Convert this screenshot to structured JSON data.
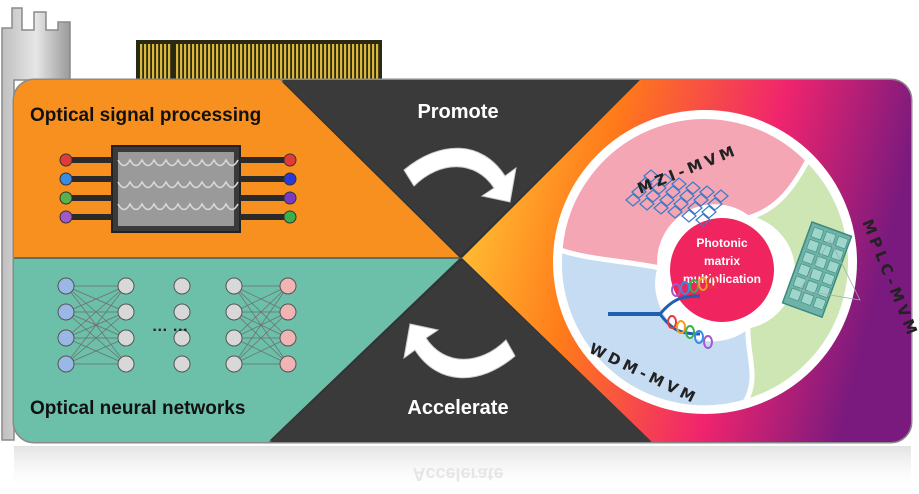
{
  "panels": {
    "signal_processing": {
      "title": "Optical signal processing",
      "color": "#f7901e"
    },
    "neural_networks": {
      "title": "Optical neural networks",
      "color": "#6cbfa8"
    }
  },
  "arrows": {
    "promote": "Promote",
    "accelerate": "Accelerate"
  },
  "circle": {
    "center_lines": [
      "Photonic",
      "matrix",
      "multiplication"
    ],
    "segments": {
      "mzi": {
        "label": "MZI-MVM",
        "color": "#f4a6b4"
      },
      "mplc": {
        "label": "MPLC-MVM",
        "color": "#cde6b4"
      },
      "wdm": {
        "label": "WDM-MVM",
        "color": "#c6dcf2"
      }
    }
  },
  "neural_net": {
    "ellipsis": "… …"
  }
}
